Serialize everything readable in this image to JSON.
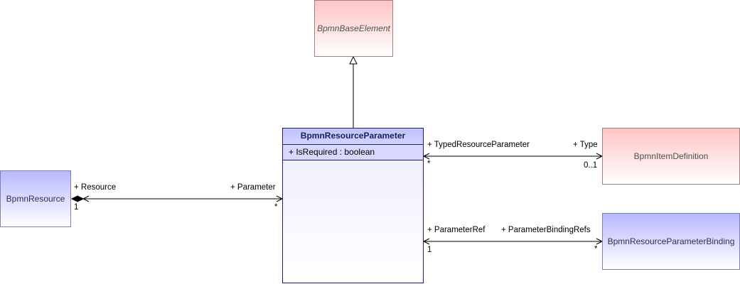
{
  "classes": {
    "base_element": "BpmnBaseElement",
    "resource_parameter": {
      "name": "BpmnResourceParameter",
      "attribute": "+ IsRequired : boolean"
    },
    "resource": "BpmnResource",
    "item_definition": "BpmnItemDefinition",
    "parameter_binding": "BpmnResourceParameterBinding"
  },
  "associations": {
    "resource": {
      "source_role": "+ Resource",
      "source_mult": "1",
      "target_role": "+ Parameter",
      "target_mult": "*"
    },
    "type": {
      "source_role": "+ TypedResourceParameter",
      "source_mult": "*",
      "target_role": "+ Type",
      "target_mult": "0..1"
    },
    "binding": {
      "source_role": "+ ParameterRef",
      "source_mult": "1",
      "target_role": "+ ParameterBindingRefs",
      "target_mult": "*"
    }
  },
  "colors": {
    "abstract_fill": "#ffc4c4",
    "class_fill": "#b8b8ff",
    "line": "#000000"
  }
}
